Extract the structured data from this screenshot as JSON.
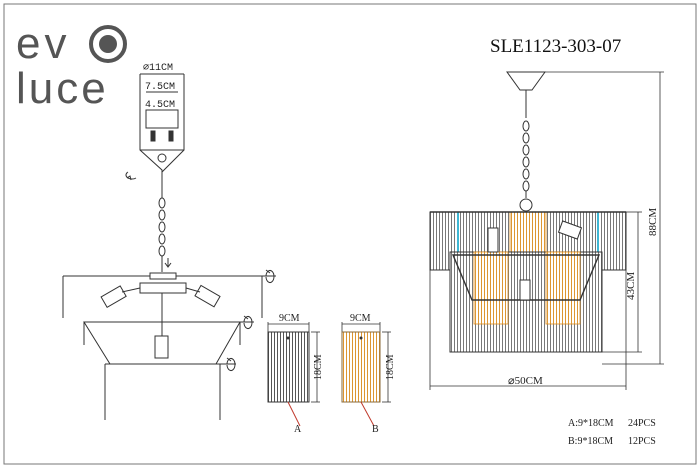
{
  "brand": {
    "line1": "ev",
    "line2": "luce"
  },
  "model": "SLE1123-303-07",
  "canopy": {
    "diameter": "⌀11CM",
    "dim1": "7.5CM",
    "dim2": "4.5CM"
  },
  "dimensions": {
    "height_total": "88CM",
    "height_body": "43CM",
    "width": "⌀50CM"
  },
  "pendant_a": {
    "width": "9CM",
    "height": "18CM",
    "tag": "A"
  },
  "pendant_b": {
    "width": "9CM",
    "height": "18CM",
    "tag": "B"
  },
  "parts": [
    {
      "label": "A:9*18CM",
      "qty": "24PCS"
    },
    {
      "label": "B:9*18CM",
      "qty": "12PCS"
    }
  ],
  "colors": {
    "line": "#333333",
    "amber": "#d98a1c",
    "cyan": "#3fb7d4",
    "border": "#777777"
  }
}
